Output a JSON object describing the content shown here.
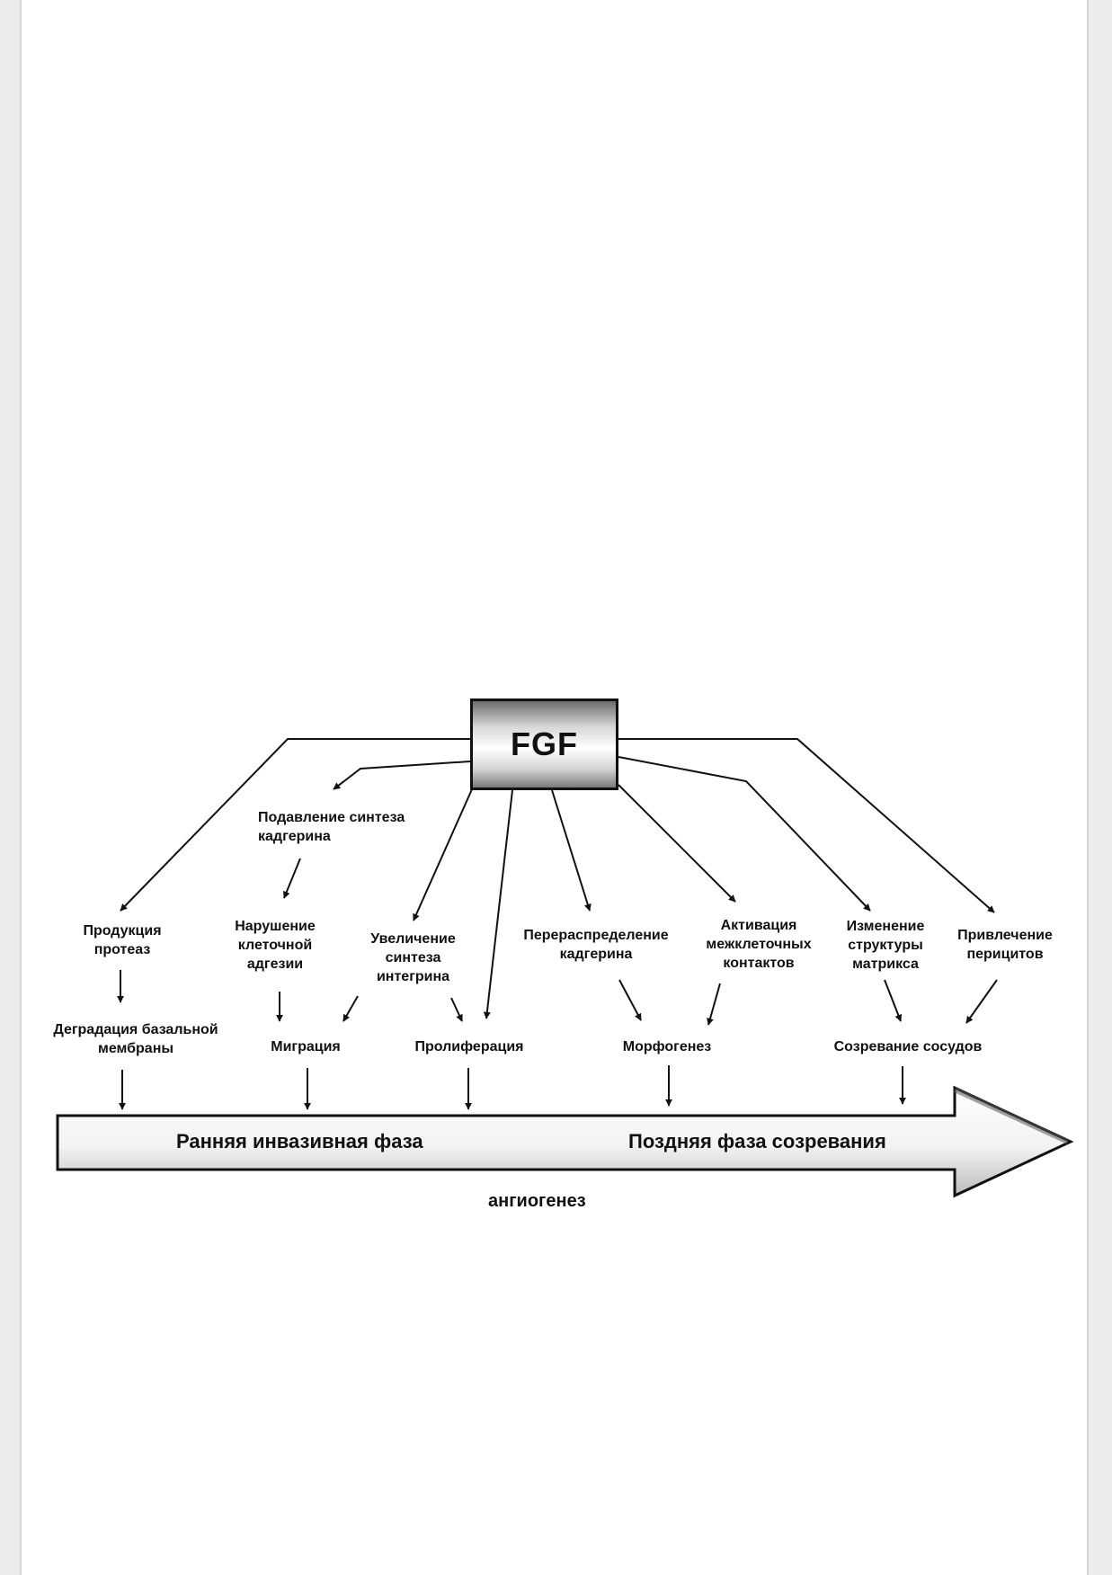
{
  "diagram": {
    "center": "FGF",
    "effects": [
      "Подавление синтеза кадгерина",
      "Продукция протеаз",
      "Нарушение клеточной адгезии",
      "Увеличение синтеза интегрина",
      "Перераспределение кадгерина",
      "Активация межклеточных контактов",
      "Изменение структуры матрикса",
      "Привлечение перицитов"
    ],
    "processes": [
      "Деградация базальной мембраны",
      "Миграция",
      "Пролиферация",
      "Морфогенез",
      "Созревание сосудов"
    ],
    "phases": {
      "early": "Ранняя инвазивная фаза",
      "late": "Поздняя фаза созревания"
    },
    "caption": "ангиогенез"
  }
}
